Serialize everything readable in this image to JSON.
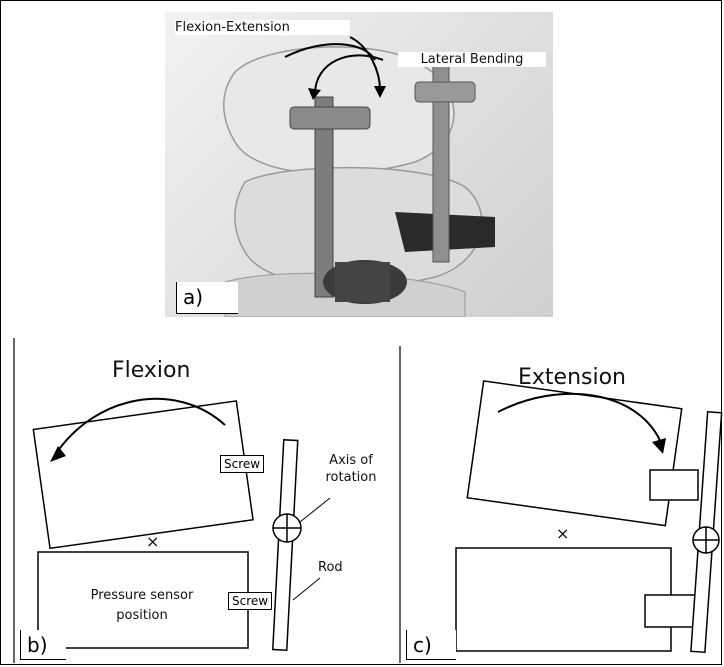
{
  "panel_a": {
    "label": "a)",
    "annotation_left": "Flexion-Extension",
    "annotation_right": "Lateral Bending"
  },
  "panel_b": {
    "title": "Flexion",
    "label": "b)",
    "screw_top": "Screw",
    "screw_bottom": "Screw",
    "axis_label_line1": "Axis of",
    "axis_label_line2": "rotation",
    "rod_label": "Rod",
    "pressure_line1": "Pressure sensor",
    "pressure_line2": "position",
    "cross_marker": "×"
  },
  "panel_c": {
    "title": "Extension",
    "label": "c)",
    "cross_marker": "×"
  }
}
